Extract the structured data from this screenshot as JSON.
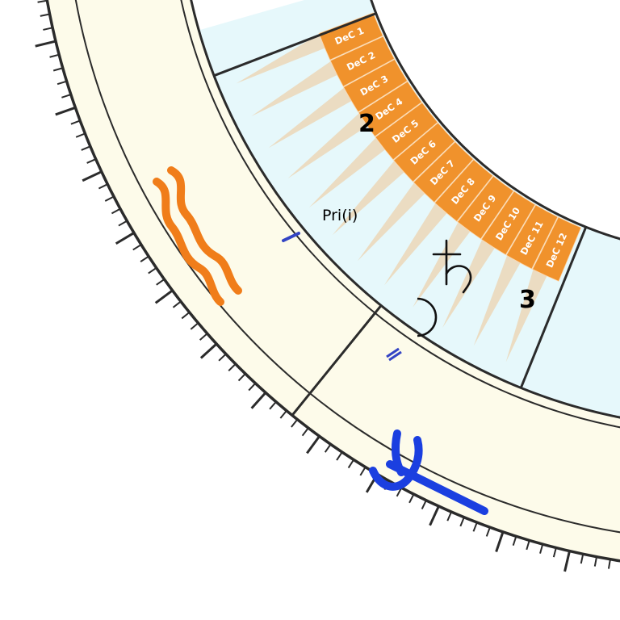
{
  "wheel": {
    "houses": [
      {
        "label": "2"
      },
      {
        "label": "3"
      }
    ],
    "decans": [
      {
        "label": "DeC 1"
      },
      {
        "label": "DeC 2"
      },
      {
        "label": "DeC 3"
      },
      {
        "label": "DeC 4"
      },
      {
        "label": "DeC 5"
      },
      {
        "label": "DeC 6"
      },
      {
        "label": "DeC 7"
      },
      {
        "label": "DeC 8"
      },
      {
        "label": "DeC 9"
      },
      {
        "label": "DeC 10"
      },
      {
        "label": "DeC 11"
      },
      {
        "label": "DeC 12"
      }
    ],
    "planet_note": "Pri(i)",
    "signs": [
      {
        "icon": "aquarius-icon",
        "color": "#f07d1a"
      },
      {
        "icon": "neptune-icon",
        "color": "#1b3fe0"
      }
    ],
    "planets": [
      {
        "icon": "saturn-icon"
      },
      {
        "icon": "moon-icon"
      }
    ],
    "colors": {
      "house_fill": "#e6f8fb",
      "sign_fill": "#fdfbea",
      "decan_fill": "#f0922c",
      "ray": "#f3a95a",
      "line": "#2b2b2b",
      "marker": "#3344c4"
    }
  }
}
